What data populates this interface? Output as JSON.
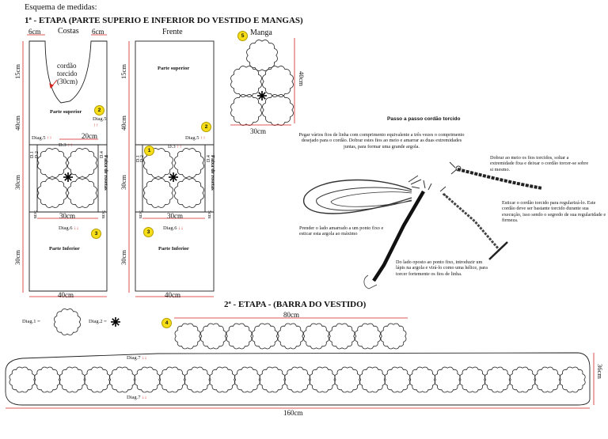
{
  "header": "Esquema de medidas:",
  "stage1_title": "1ª - ETAPA (PARTE SUPERIO E INFERIOR DO VESTIDO E MANGAS)",
  "stage2_title": "2ª - ETAPA - (BARRA DO VESTIDO)",
  "costas": {
    "title": "Costas",
    "strap_left": "6cm",
    "strap_right": "6cm",
    "cord_label": [
      "cordão",
      "torcido",
      "(30cm)"
    ],
    "side_15": "15cm",
    "side_40": "40cm",
    "side_30a": "30cm",
    "side_30b": "30cm",
    "parte_superior": "Parte superior",
    "diag5_top": "Diag.5",
    "arrows_up": "↑↑",
    "width_20": "20cm",
    "diag5_side": "Diag.5",
    "d1": "D.1",
    "d2": "D.2",
    "d3": "D.3",
    "d4": "D.4",
    "faixa": "Faixa de rosetas",
    "width_30": "30cm",
    "small_5": "5cm",
    "small_5b": "5cm",
    "diag6": "Diag.6",
    "arrows_down": "↓↓",
    "parte_inferior": "Parte Inferior",
    "width_40": "40cm",
    "badge_top": "2",
    "badge_bottom": "3"
  },
  "frente": {
    "title": "Frente",
    "side_15": "15cm",
    "side_40": "40cm",
    "side_30a": "30cm",
    "side_30b": "30cm",
    "parte_superior": "Parte superior",
    "diag5": "Diag.5",
    "arrows_up": "↑↑",
    "d1": "D.1",
    "d2": "D.2",
    "d3": "D.3",
    "d4": "D.4",
    "faixa": "Faixa de rosetas",
    "width_30": "30cm",
    "small_5": "5cm",
    "small_5b": "5cm",
    "diag6": "Diag.6",
    "arrows_down": "↓↓",
    "parte_inferior": "Parte Inferior",
    "width_40": "40cm",
    "badge_1": "1",
    "badge_2": "2",
    "badge_3": "3"
  },
  "manga": {
    "badge": "5",
    "title": "Manga",
    "height": "40cm",
    "width": "30cm"
  },
  "cord_tutorial": {
    "title": "Passo a passo cordão torcido",
    "step1": "Pegar vários fios de linha com comprimento equivalente a três vezes o comprimento desejado para o cordão. Dobrar estes fios ao meio e amarrar as duas extremidades juntas, para formar uma grande argola.",
    "step2": "Prender o lado amarrado a um ponto fixo e esticar esta argola ao máximo",
    "step3": "Do lado oposto ao ponto fixo, introduzir um lápis na argola e virá-lo como uma hélice, para torcer fortemente os fios de linha.",
    "step4": "Dobrar ao meio os fios torcidos, soltar a extremidade fixa e deixar o cordão torcer-se sobre si mesmo.",
    "step5": "Esticar o cordão torcido para regularizá-lo. Este cordão deve ser bastante torcido durante sua execução, isso sendo o segredo de sua regularidade e firmeza."
  },
  "legend": {
    "diag1": "Diag.1 =",
    "diag2": "Diag.2 ="
  },
  "barra": {
    "badge": "4",
    "top_width": "80cm",
    "diag7_top": "Diag.7",
    "diag7_bottom": "Diag.7",
    "arrows": "↓↓",
    "height": "36cm",
    "bottom_width": "160cm"
  }
}
